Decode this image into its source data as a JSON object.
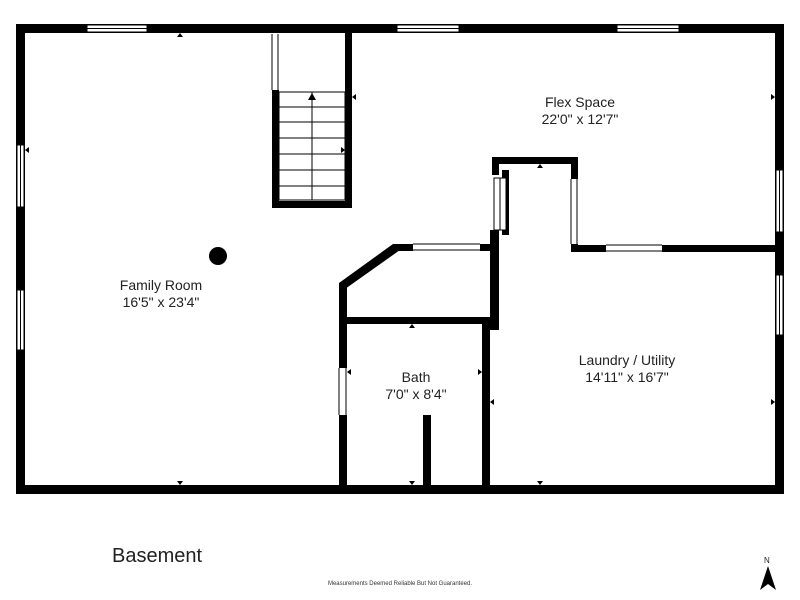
{
  "plan": {
    "floor_name": "Basement",
    "disclaimer": "Measurements Deemed Reliable But Not Guaranteed.",
    "compass_letter": "N",
    "wall_color": "#000000",
    "rooms": [
      {
        "name": "Flex Space",
        "dims": "22'0\" x 12'7\""
      },
      {
        "name": "Family Room",
        "dims": "16'5\" x 23'4\""
      },
      {
        "name": "Bath",
        "dims": "7'0\" x 8'4\""
      },
      {
        "name": "Laundry / Utility",
        "dims": "14'11\" x 16'7\""
      }
    ]
  }
}
